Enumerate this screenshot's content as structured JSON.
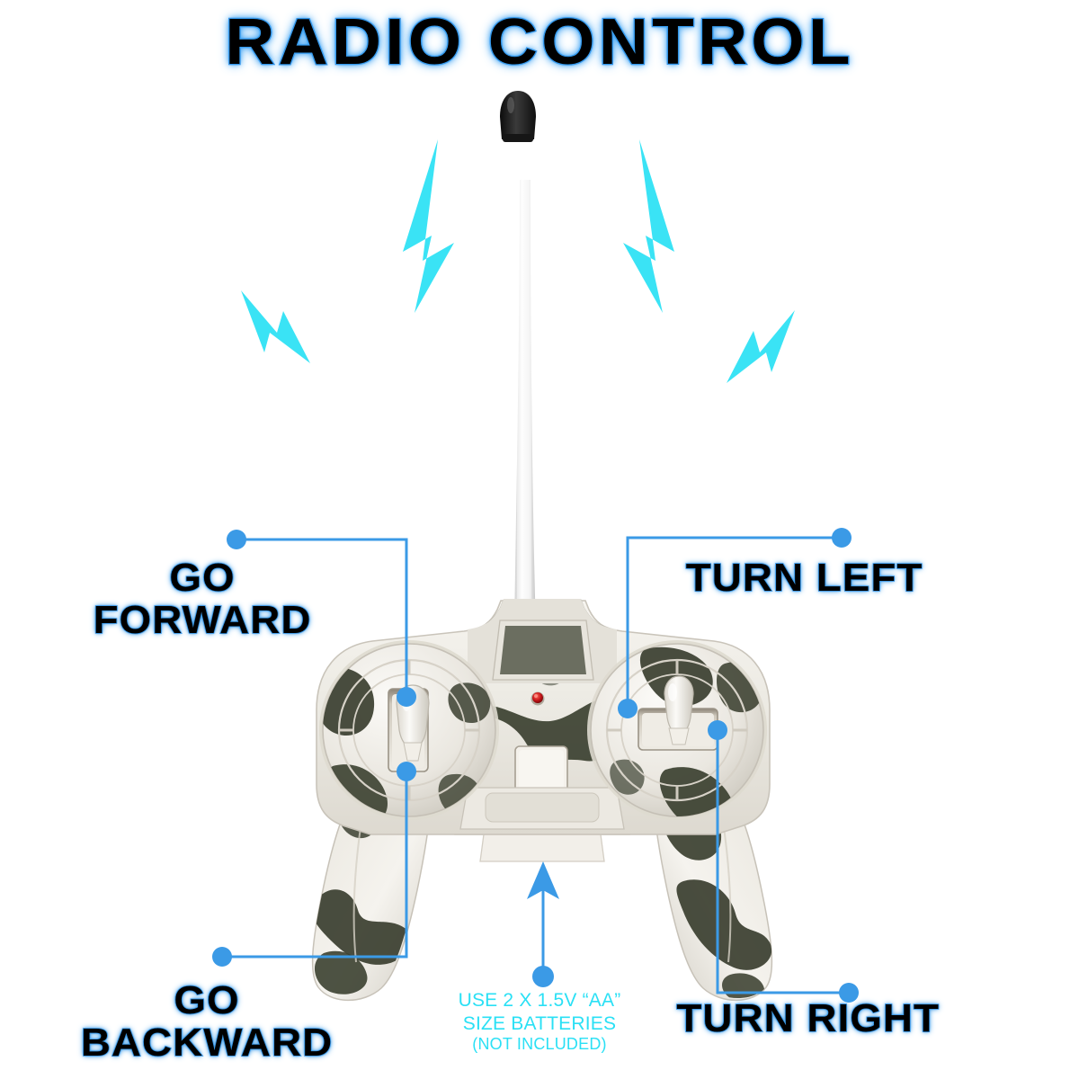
{
  "page": {
    "title": "RADIO CONTROL",
    "background_color": "#ffffff"
  },
  "colors": {
    "accent_blue": "#3b9ae6",
    "title_glow": "#2f8fe8",
    "lightning_cyan": "#3ae3f5",
    "battery_text": "#2ae0f5",
    "label_text": "#000000",
    "body_white": "#efece6",
    "camo_dark": "#3b3f2c",
    "led_red": "#c41414",
    "antenna_cap": "#1d1d1d"
  },
  "callouts": [
    {
      "id": "go-forward",
      "label": "GO\nFORWARD",
      "dot": "top-left-of-line"
    },
    {
      "id": "turn-left",
      "label": "TURN LEFT",
      "dot": "top-right-of-line"
    },
    {
      "id": "go-backward",
      "label": "GO\nBACKWARD",
      "dot": "left-of-line"
    },
    {
      "id": "turn-right",
      "label": "TURN RIGHT",
      "dot": "right-of-line"
    }
  ],
  "battery": {
    "line1": "USE 2 X 1.5V “AA”",
    "line2": "SIZE BATTERIES",
    "line3": "(NOT INCLUDED)"
  },
  "product": {
    "name": "radio-control-transmitter",
    "pattern": "camouflage",
    "antenna": "telescopic-white-rod-black-cap",
    "indicator": "red-led",
    "left_control": "vertical-throttle-lever",
    "right_control": "horizontal-steering-lever",
    "battery_compartment": "center-bottom"
  },
  "signals": {
    "count": 4,
    "icon": "lightning-bolt-icon"
  }
}
